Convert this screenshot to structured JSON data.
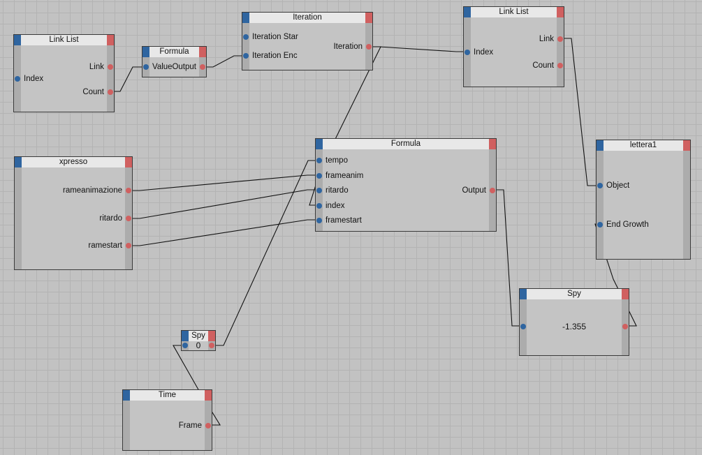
{
  "nodes": {
    "linklist1": {
      "title": "Link List",
      "inputs": [
        "Index"
      ],
      "outputs": [
        "Link",
        "Count"
      ]
    },
    "formula_small": {
      "title": "Formula",
      "inputs": [
        "Value"
      ],
      "outputs": [
        "Output"
      ]
    },
    "iteration": {
      "title": "Iteration",
      "inputs": [
        "Iteration Star",
        "Iteration Enc"
      ],
      "outputs": [
        "Iteration"
      ]
    },
    "linklist2": {
      "title": "Link List",
      "inputs": [
        "Index"
      ],
      "outputs": [
        "Link",
        "Count"
      ]
    },
    "xpresso": {
      "title": "xpresso",
      "outputs": [
        "rameanimazione",
        "ritardo",
        "ramestart"
      ]
    },
    "formula_main": {
      "title": "Formula",
      "inputs": [
        "tempo",
        "frameanim",
        "ritardo",
        "index",
        "framestart"
      ],
      "outputs": [
        "Output"
      ]
    },
    "lettera1": {
      "title": "lettera1",
      "inputs": [
        "Object",
        "End Growth"
      ]
    },
    "spy_large": {
      "title": "Spy",
      "value": "-1.355"
    },
    "spy_small": {
      "title": "Spy",
      "value": "0"
    },
    "time": {
      "title": "Time",
      "outputs": [
        "Frame"
      ]
    }
  },
  "colors": {
    "input_port": "#2f65a0",
    "output_port": "#d06060",
    "background": "#c2c2c2"
  }
}
